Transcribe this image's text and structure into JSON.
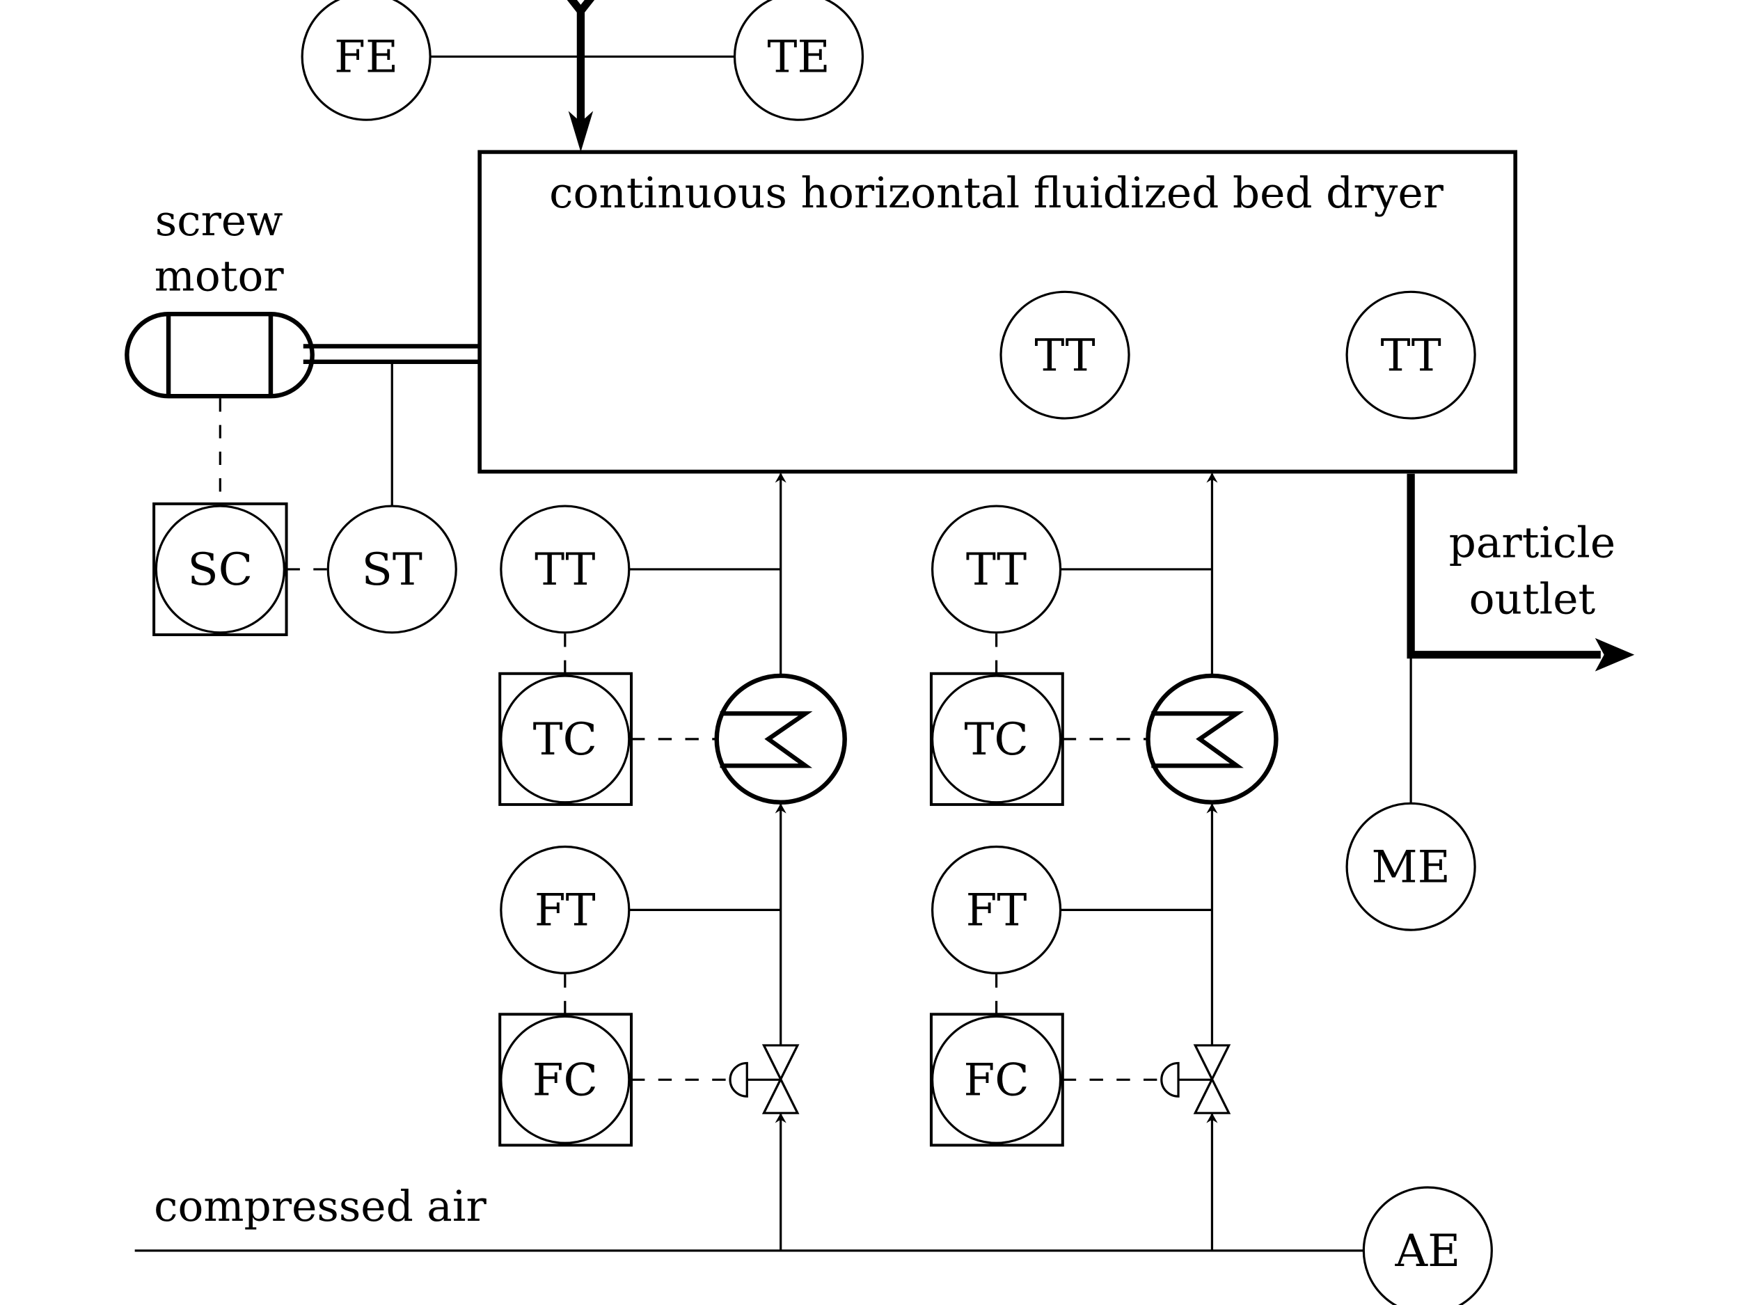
{
  "diagram": {
    "title": "Process and instrumentation diagram of a continuous horizontal fluidized bed dryer",
    "equipment": {
      "dryer_label": "continuous horizontal fluidized bed dryer",
      "motor_label_line1": "screw",
      "motor_label_line2": "motor",
      "outlet_label_line1": "particle",
      "outlet_label_line2": "outlet",
      "air_label": "compressed air"
    },
    "inlet_instruments": [
      {
        "tag": "FE"
      },
      {
        "tag": "TE"
      }
    ],
    "dryer_instruments": [
      {
        "tag": "TT"
      },
      {
        "tag": "TT"
      }
    ],
    "screw_instruments": {
      "controller": "SC",
      "transmitter": "ST"
    },
    "air_trains": [
      {
        "temp_transmitter": "TT",
        "temp_controller": "TC",
        "flow_transmitter": "FT",
        "flow_controller": "FC"
      },
      {
        "temp_transmitter": "TT",
        "temp_controller": "TC",
        "flow_transmitter": "FT",
        "flow_controller": "FC"
      }
    ],
    "outlet_instrument": "ME",
    "air_instrument": "AE",
    "colors": {
      "line": "#000000",
      "background": "#ffffff"
    }
  }
}
